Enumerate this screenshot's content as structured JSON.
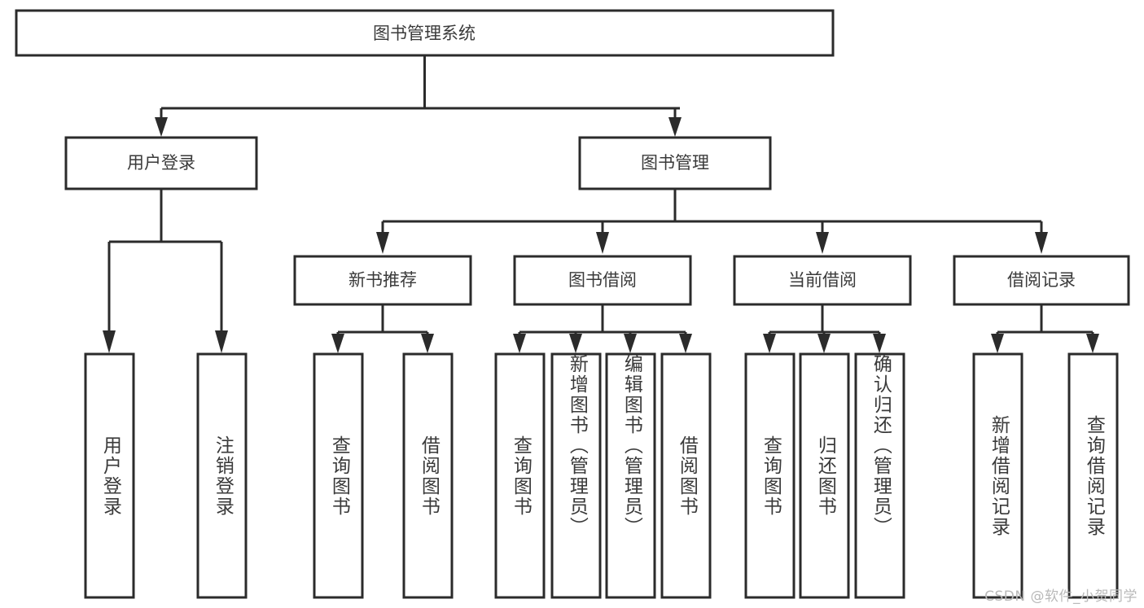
{
  "diagram": {
    "title": "图书管理系统",
    "type": "tree-hierarchy-diagram",
    "background_color": "#ffffff",
    "line_color": "#2b2b2b",
    "text_color": "#3a3a3a",
    "root": {
      "label": "图书管理系统",
      "orientation": "horizontal"
    },
    "level2": [
      {
        "label": "用户登录",
        "orientation": "horizontal"
      },
      {
        "label": "图书管理",
        "orientation": "horizontal"
      }
    ],
    "level3": [
      {
        "label": "新书推荐",
        "orientation": "horizontal"
      },
      {
        "label": "图书借阅",
        "orientation": "horizontal"
      },
      {
        "label": "当前借阅",
        "orientation": "horizontal"
      },
      {
        "label": "借阅记录",
        "orientation": "horizontal"
      }
    ],
    "leaves": {
      "user_login": [
        {
          "label": "用户登录",
          "orientation": "vertical"
        },
        {
          "label": "注销登录",
          "orientation": "vertical"
        }
      ],
      "new_book_recommend": [
        {
          "label": "查询图书",
          "orientation": "vertical"
        },
        {
          "label": "借阅图书",
          "orientation": "vertical"
        }
      ],
      "book_borrow": [
        {
          "label": "查询图书",
          "orientation": "vertical"
        },
        {
          "label": "新增图书（管理员）",
          "orientation": "vertical"
        },
        {
          "label": "编辑图书（管理员）",
          "orientation": "vertical"
        },
        {
          "label": "借阅图书",
          "orientation": "vertical"
        }
      ],
      "current_borrow": [
        {
          "label": "查询图书",
          "orientation": "vertical"
        },
        {
          "label": "归还图书",
          "orientation": "vertical"
        },
        {
          "label": "确认归还（管理员）",
          "orientation": "vertical"
        }
      ],
      "borrow_record": [
        {
          "label": "新增借阅记录",
          "orientation": "vertical"
        },
        {
          "label": "查询借阅记录",
          "orientation": "vertical"
        }
      ]
    }
  },
  "watermark": {
    "text": "CSDN @软件_小贺同学"
  }
}
